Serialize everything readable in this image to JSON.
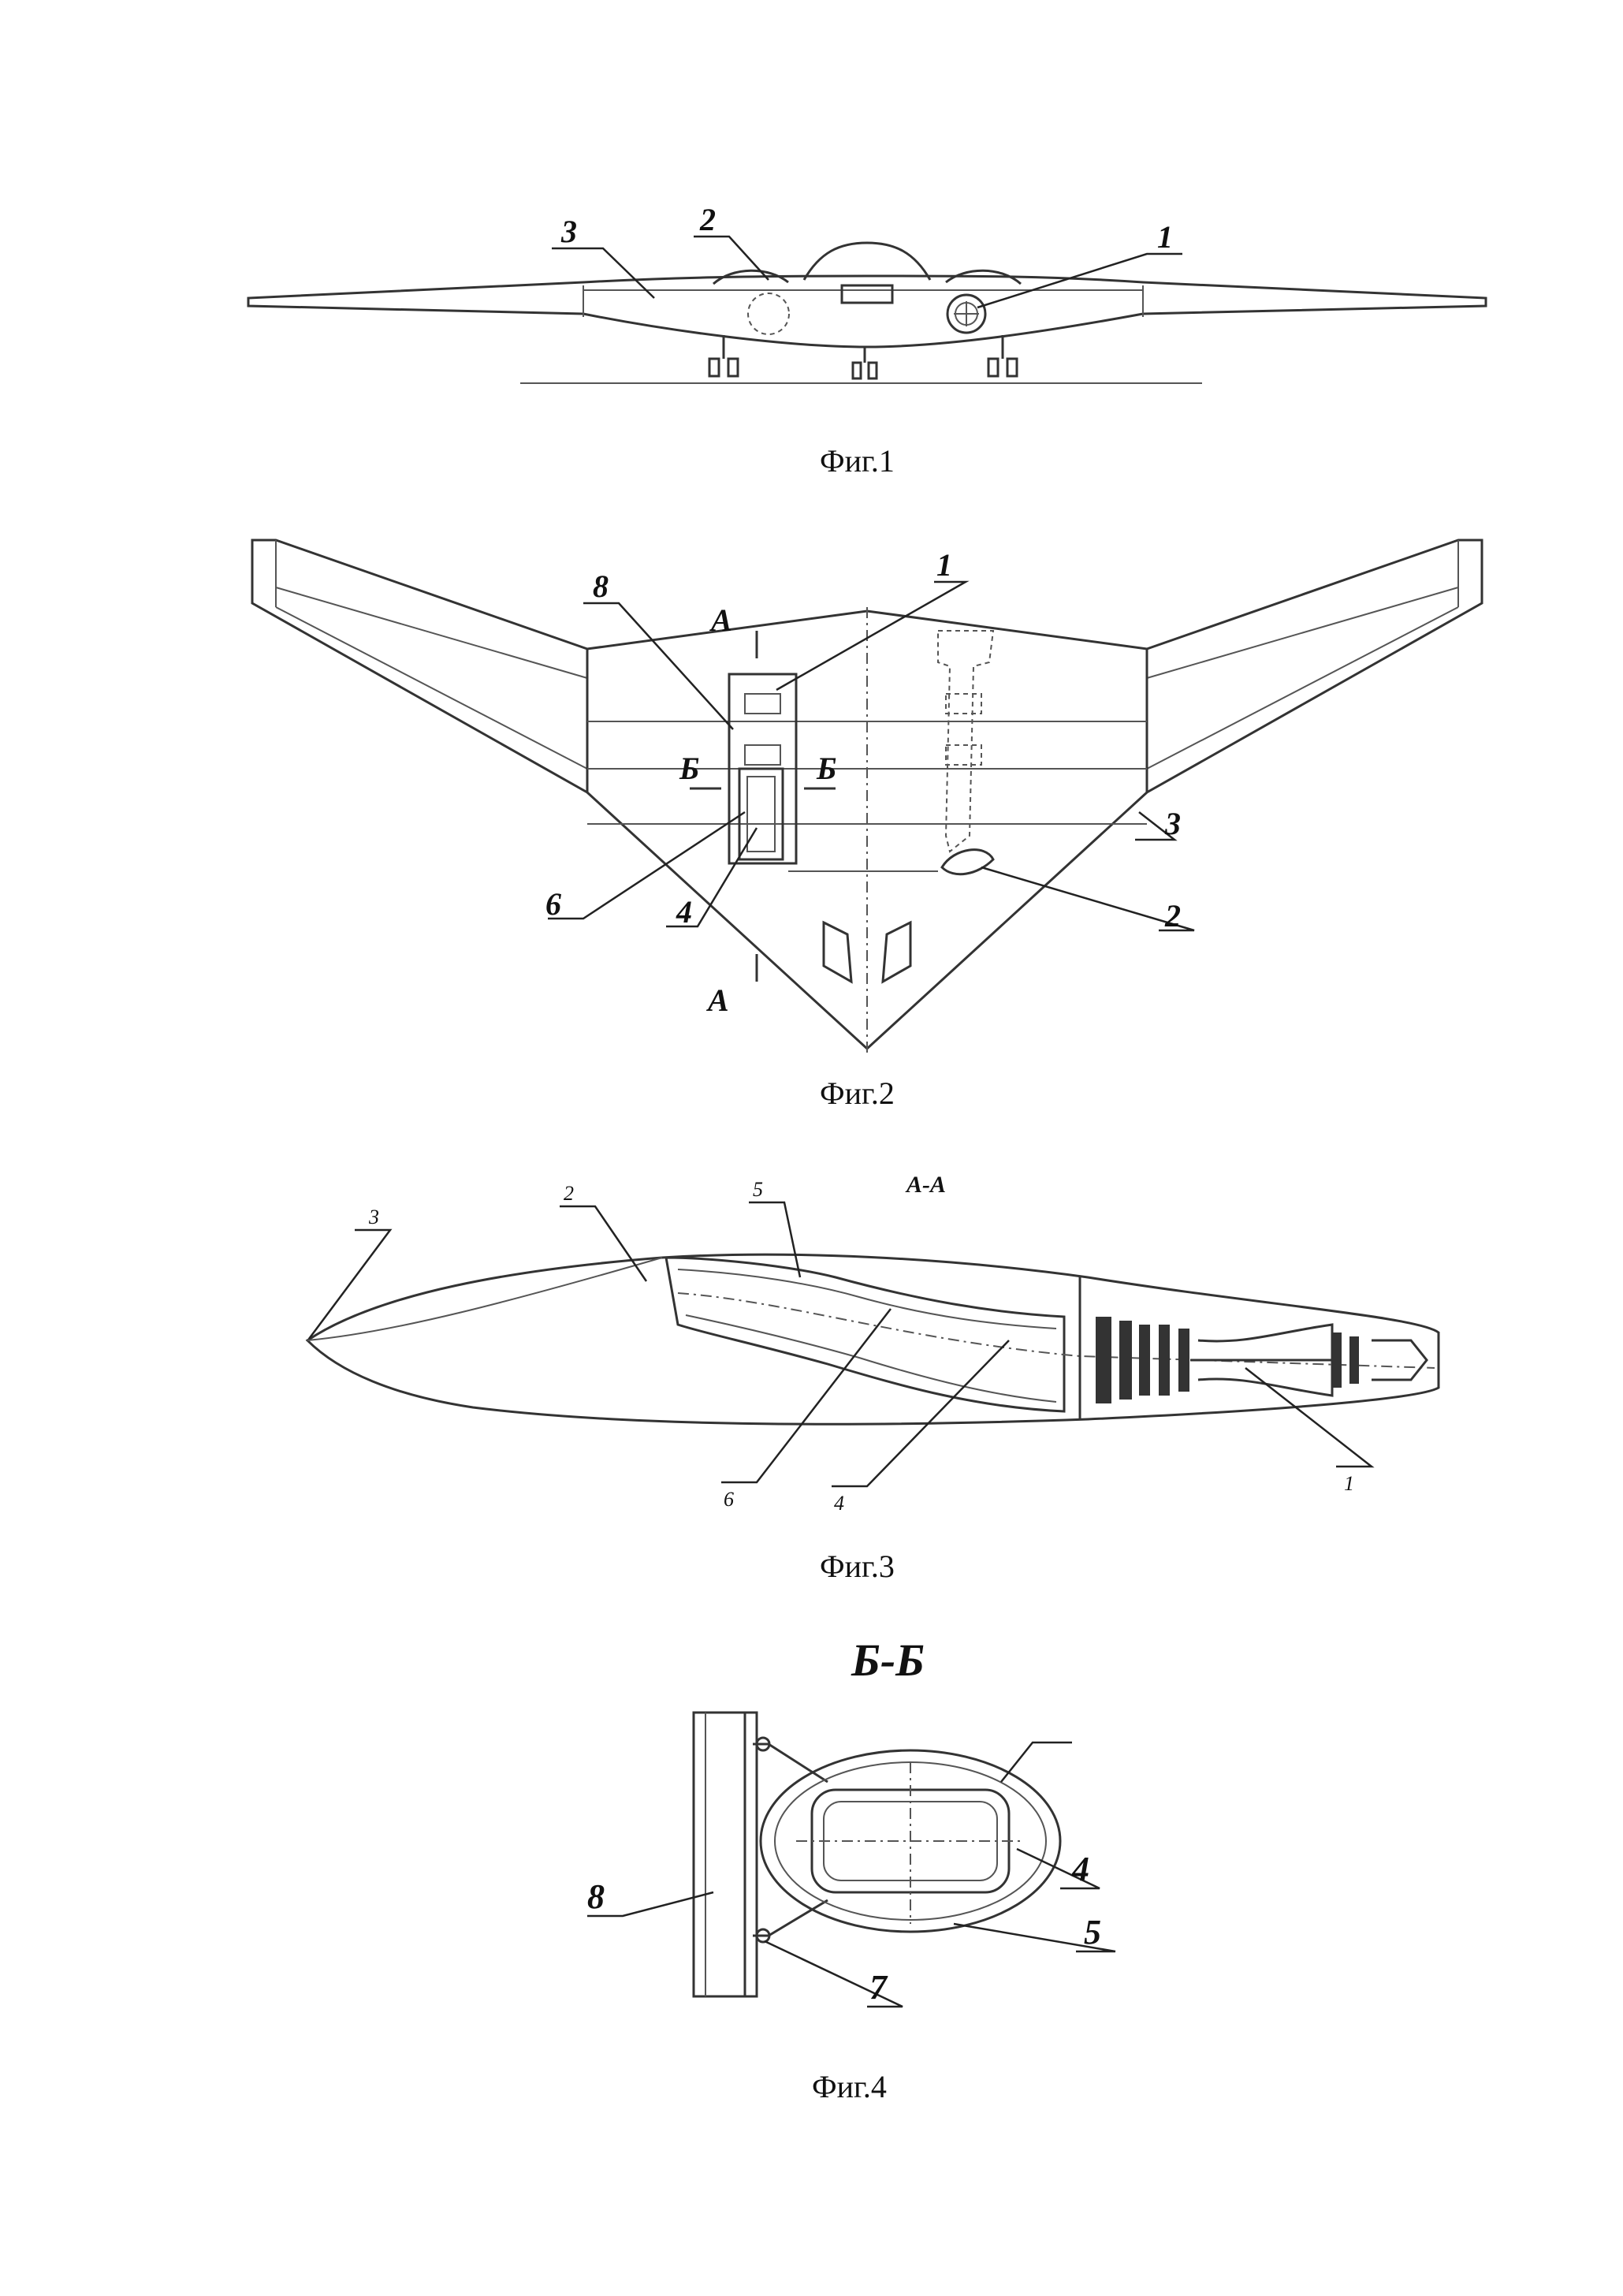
{
  "figures": {
    "fig1": {
      "caption": "Фиг.1",
      "labels": {
        "l1": "1",
        "l2": "2",
        "l3": "3"
      }
    },
    "fig2": {
      "caption": "Фиг.2",
      "labels": {
        "l1": "1",
        "l2": "2",
        "l3": "3",
        "l4": "4",
        "l6": "6",
        "l8": "8"
      },
      "section_a_top": "А",
      "section_a_bottom": "А",
      "section_b_left": "Б",
      "section_b_right": "Б"
    },
    "fig3": {
      "caption": "Фиг.3",
      "section_title": "А-А",
      "labels": {
        "l1": "1",
        "l2": "2",
        "l3": "3",
        "l4": "4",
        "l5": "5",
        "l6": "6"
      }
    },
    "fig4": {
      "caption": "Фиг.4",
      "section_title": "Б-Б",
      "labels": {
        "l4": "4",
        "l5": "5",
        "l7": "7",
        "l8": "8"
      }
    }
  }
}
